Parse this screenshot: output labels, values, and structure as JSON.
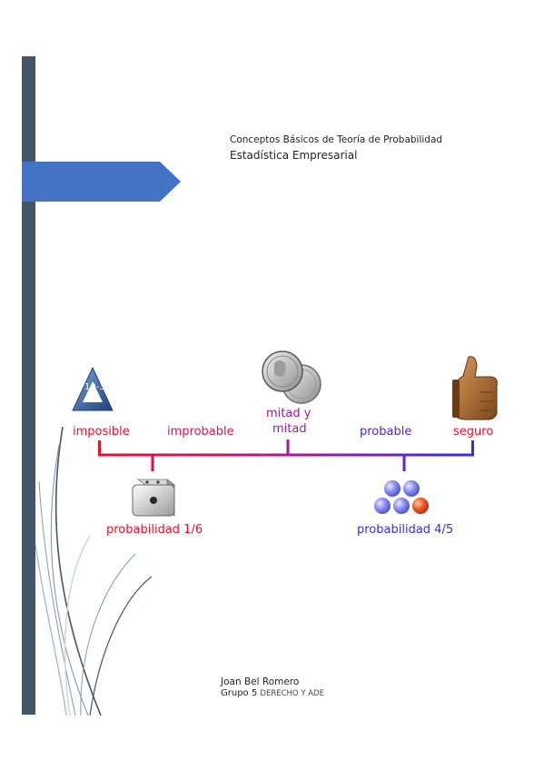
{
  "cover": {
    "title_line1": "Conceptos  Básicos de Teoría de Probabilidad",
    "title_line2": "Estadística Empresarial"
  },
  "scale": {
    "labels": {
      "imposible": "imposible",
      "improbable": "improbable",
      "mitad_line1": "mitad y",
      "mitad_line2": "mitad",
      "probable": "probable",
      "seguro": "seguro",
      "prob_dice": "probabilidad 1/6",
      "prob_balls": "probabilidad 4/5"
    },
    "triangle_text": "10-3",
    "colors": {
      "red": "#e8102a",
      "purple": "#9a1aa6",
      "blue": "#3a2fd8"
    }
  },
  "author": {
    "name": "Joan Bel Romero",
    "group_prefix": "Grupo 5",
    "group_suffix": "DERECHO Y ADE"
  },
  "colors": {
    "sidebar": "#44546a",
    "accent": "#4472c4"
  }
}
